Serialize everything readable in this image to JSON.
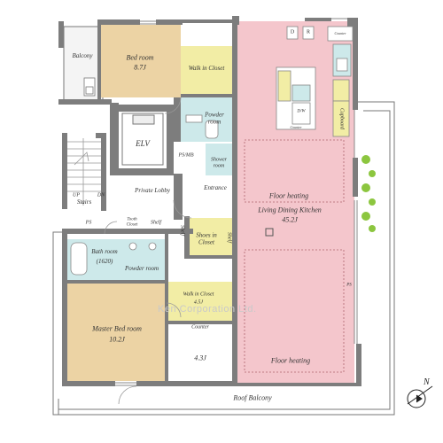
{
  "rooms": {
    "bedroom": {
      "name": "Bed room",
      "size": "8.7J"
    },
    "balcony": "Balcony",
    "walk_in_closet_top": "Walk in Closet",
    "powder_room_top": "Powder room",
    "elv": "ELV",
    "shower_room": "Shower room",
    "ps_mb": "PS/MB",
    "private_lobby": "Private Lobby",
    "entrance": "Entrance",
    "up": "UP",
    "dn": "DN",
    "stairs": "Stairs",
    "ps": "PS",
    "tooth_closet": "Tooth Closet",
    "shelf": "Shelf",
    "shelf_side": "Shelf",
    "shelf_side2": "Shelf",
    "shoes_in_closet": "Shoes in Closet",
    "bath_room": {
      "name": "Bath room",
      "size": "(1620)"
    },
    "powder_room_bottom": "Powder room",
    "walk_in_closet_bottom": {
      "name": "Walk in Closet",
      "size": "4.5J"
    },
    "master_bedroom": {
      "name": "Master Bed room",
      "size": "10.2J"
    },
    "counter_lower": "Counter",
    "room_43": "4.3J",
    "ldk": {
      "name": "Living Dining Kitchen",
      "size": "45.2J"
    },
    "floor_heating_top": "Floor heating",
    "floor_heating_bottom": "Floor heating",
    "roof_balcony": "Roof Balcony",
    "kitchen_d": "D",
    "kitchen_r": "R",
    "kitchen_counter_top": "Counter",
    "kitchen_counter": "Counter",
    "kitchen_dw": "D/W",
    "cupboard": "Cupboard",
    "ps_right": "PS"
  },
  "watermark": "Ken Corporation Ltd.",
  "compass": "N",
  "colors": {
    "ldk_pink": "#f4c6cc",
    "bedroom_tan": "#ecd3a4",
    "closet_yellow": "#f2eda5",
    "wet_cyan": "#cde9ea",
    "wall_gray": "#7d7d7d",
    "garden_green": "#8cc63f"
  }
}
